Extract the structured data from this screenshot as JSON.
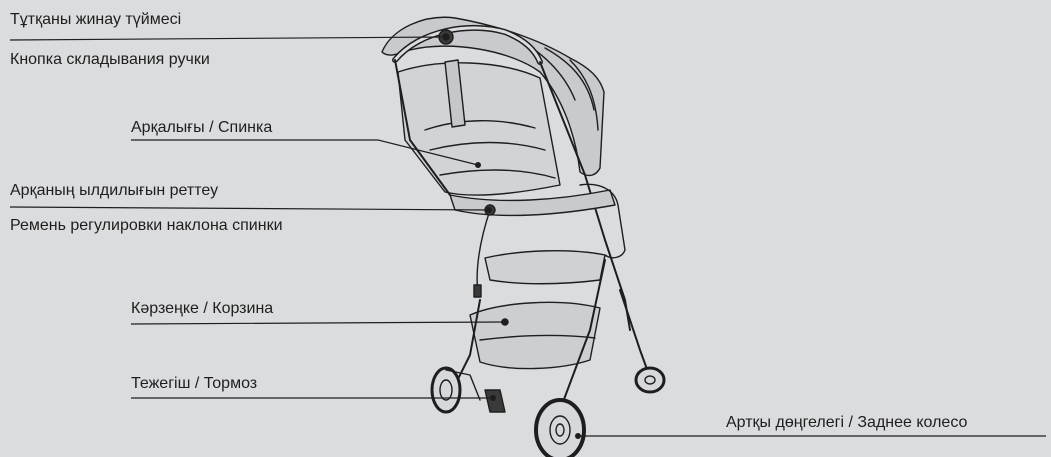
{
  "colors": {
    "background": "#dbdcde",
    "ink": "#1e1e1e",
    "fabric": "#d2d3d6",
    "fabric_dark": "#c6c7ca"
  },
  "labels": {
    "fold_button_kz": "Тұтқаны жинау түймесі",
    "fold_button_ru": "Кнопка складывания ручки",
    "backrest": "Арқалығы / Спинка",
    "recline_kz": "Арқаның ылдилығын реттеу",
    "recline_ru": "Ремень регулировки наклона спинки",
    "basket": "Кәрзеңке / Корзина",
    "brake": "Тежегіш / Тормоз",
    "rear_wheel": "Артқы дөңгелегі / Заднее колесо"
  }
}
